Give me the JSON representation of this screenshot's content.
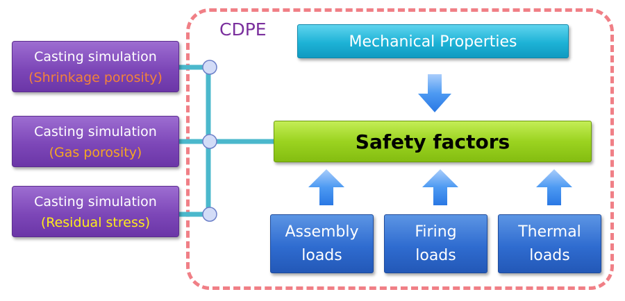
{
  "diagram": {
    "frame_label": "CDPE",
    "simulations": [
      {
        "title": "Casting simulation",
        "sub": "(Shrinkage porosity)",
        "sub_color": "#f2823a"
      },
      {
        "title": "Casting simulation",
        "sub": "(Gas porosity)",
        "sub_color": "#f5a623"
      },
      {
        "title": "Casting simulation",
        "sub": "(Residual stress)",
        "sub_color": "#ffec1a"
      }
    ],
    "mechanical_properties": "Mechanical Properties",
    "safety_factors": "Safety factors",
    "loads": [
      {
        "line1": "Assembly",
        "line2": "loads"
      },
      {
        "line1": "Firing",
        "line2": "loads"
      },
      {
        "line1": "Thermal",
        "line2": "loads"
      }
    ],
    "colors": {
      "frame": "#f07f86",
      "connector": "#4bb8cc",
      "arrow": "#3a8cf0",
      "label": "#7a2f9d"
    }
  }
}
